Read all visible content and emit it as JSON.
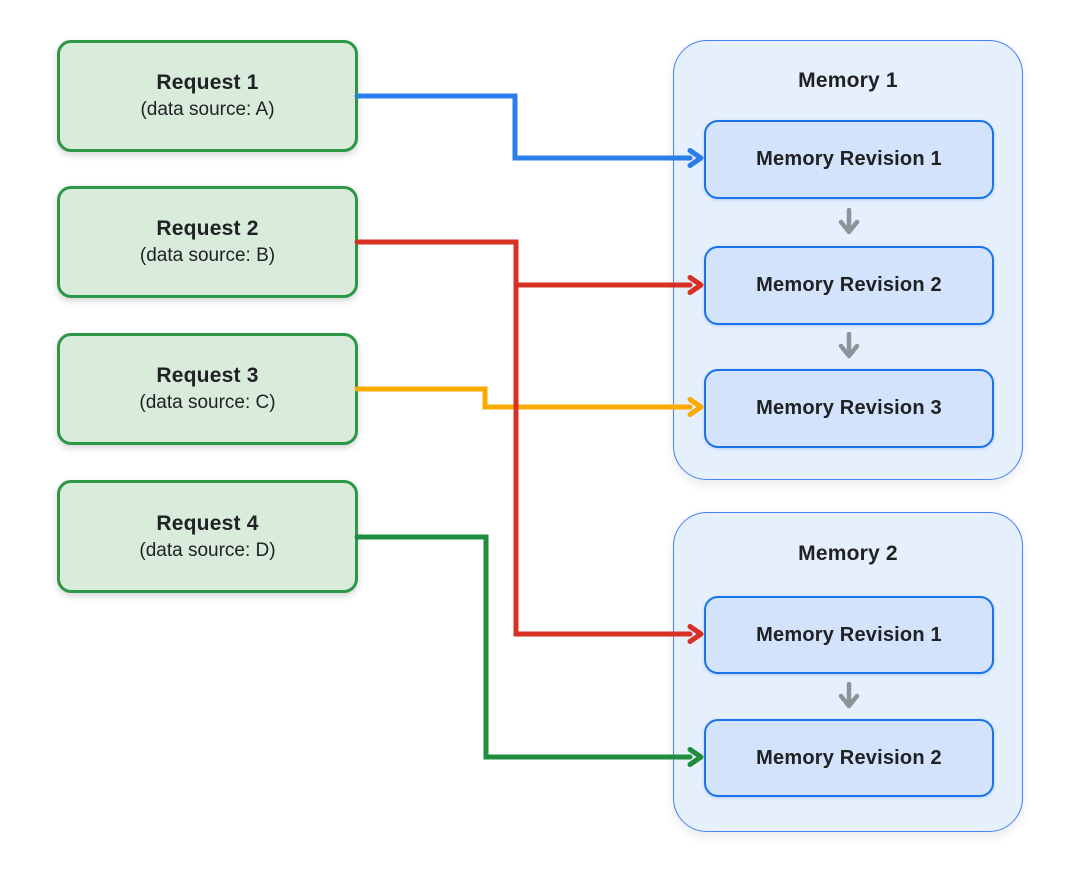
{
  "diagram": {
    "requests": [
      {
        "title": "Request 1",
        "subtitle": "(data source: A)"
      },
      {
        "title": "Request 2",
        "subtitle": "(data source: B)"
      },
      {
        "title": "Request 3",
        "subtitle": "(data source: C)"
      },
      {
        "title": "Request 4",
        "subtitle": "(data source: D)"
      }
    ],
    "memories": [
      {
        "title": "Memory 1",
        "revisions": [
          "Memory Revision 1",
          "Memory Revision 2",
          "Memory Revision 3"
        ]
      },
      {
        "title": "Memory 2",
        "revisions": [
          "Memory Revision 1",
          "Memory Revision 2"
        ]
      }
    ],
    "connections": [
      {
        "from": "Request 1",
        "to_memory": "Memory 1",
        "to_revision": "Memory Revision 1",
        "color": "#2b7de9"
      },
      {
        "from": "Request 2",
        "to_memory": "Memory 1",
        "to_revision": "Memory Revision 2",
        "color": "#d93025"
      },
      {
        "from": "Request 2",
        "to_memory": "Memory 2",
        "to_revision": "Memory Revision 1",
        "color": "#d93025"
      },
      {
        "from": "Request 3",
        "to_memory": "Memory 1",
        "to_revision": "Memory Revision 3",
        "color": "#f9ab00"
      },
      {
        "from": "Request 4",
        "to_memory": "Memory 2",
        "to_revision": "Memory Revision 2",
        "color": "#1e8e3e"
      }
    ],
    "colors": {
      "request_fill": "#d9ecdc",
      "request_border": "#2d9748",
      "memory_fill": "#e6effc",
      "memory_border": "#4285f4",
      "revision_fill": "#d2e3fb",
      "revision_border": "#1a73e8",
      "flow_arrow_gray": "#8d9399",
      "text": "#202124",
      "background": "#ffffff"
    }
  }
}
